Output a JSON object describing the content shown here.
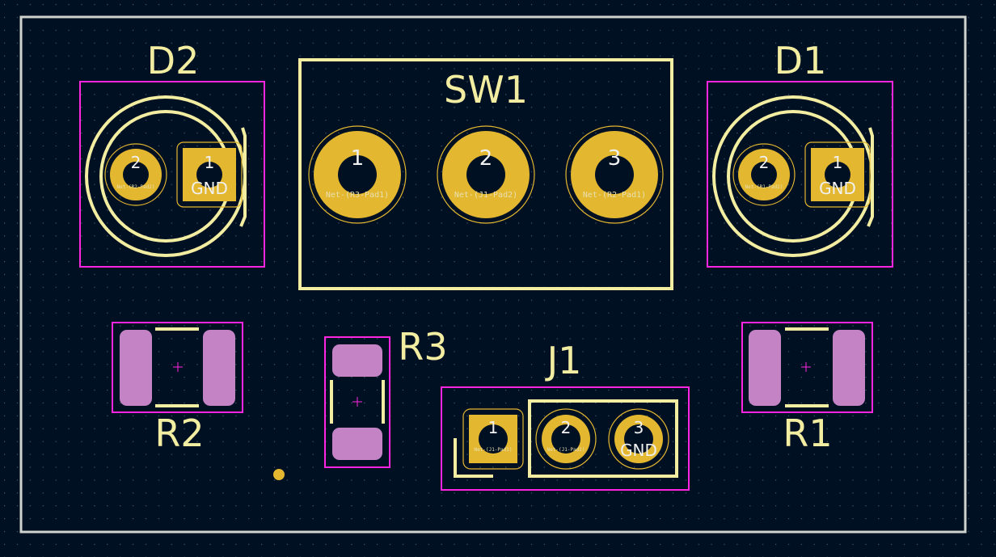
{
  "board": {
    "edge_color": "#d0d2cd",
    "background": "#001023",
    "silk_color": "#f2eda1",
    "pad_color": "#e3b72f",
    "courtyard_color": "#ff26e2",
    "smd_pad_color": "#c383c5"
  },
  "footprints": {
    "D2": {
      "ref": "D2",
      "pads": [
        {
          "num": "2",
          "net": "Net-(R2-Pad2)"
        },
        {
          "num": "1",
          "net": "GND"
        }
      ]
    },
    "D1": {
      "ref": "D1",
      "pads": [
        {
          "num": "2",
          "net": "Net-(R1-Pad2)"
        },
        {
          "num": "1",
          "net": "GND"
        }
      ]
    },
    "SW1": {
      "ref": "SW1",
      "pads": [
        {
          "num": "1",
          "net": "Net-(R3-Pad1)"
        },
        {
          "num": "2",
          "net": "Net-(J1-Pad2)"
        },
        {
          "num": "3",
          "net": "Net-(R2-Pad1)"
        }
      ]
    },
    "R1": {
      "ref": "R1"
    },
    "R2": {
      "ref": "R2"
    },
    "R3": {
      "ref": "R3"
    },
    "J1": {
      "ref": "J1",
      "pads": [
        {
          "num": "1",
          "net": "Net-(J1-Pad1)"
        },
        {
          "num": "2",
          "net": "Net-(J1-Pad2)"
        },
        {
          "num": "3",
          "net": "GND"
        }
      ]
    }
  }
}
